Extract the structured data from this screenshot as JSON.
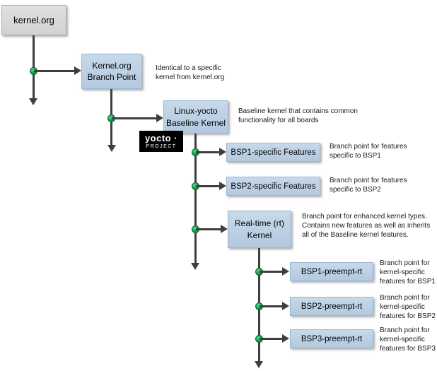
{
  "colors": {
    "node_fill": "#bfd3e7",
    "node_border": "#9db7d1",
    "gray_fill": "#d9d9d9",
    "connector": "#3e3e3e",
    "branch_dot": "#00a24c",
    "logo_bg": "#000000"
  },
  "nodes": {
    "kernel_org": {
      "label": "kernel.org"
    },
    "branch_point": {
      "line1": "Kernel.org",
      "line2": "Branch Point"
    },
    "baseline": {
      "line1": "Linux-yocto",
      "line2": "Baseline Kernel"
    },
    "bsp1_features": {
      "label": "BSP1-specific Features"
    },
    "bsp2_features": {
      "label": "BSP2-specific Features"
    },
    "rt_kernel": {
      "line1": "Real-time (rt)",
      "line2": "Kernel"
    },
    "bsp1_preempt_rt": {
      "label": "BSP1-preempt-rt"
    },
    "bsp2_preempt_rt": {
      "label": "BSP2-preempt-rt"
    },
    "bsp3_preempt_rt": {
      "label": "BSP3-preempt-rt"
    }
  },
  "notes": {
    "branch_point": "Identical to a specific kernel from kernel.org",
    "baseline": "Baseline kernel that contains common functionality for all boards",
    "bsp1_features": "Branch point for features specific to BSP1",
    "bsp2_features": "Branch point for features specific to BSP2",
    "rt_kernel": "Branch point for enhanced kernel types. Contains new features as well as inherits all of the Baseline kernel features.",
    "bsp1_preempt_rt": "Branch point for kernel-specific features for BSP1",
    "bsp2_preempt_rt": "Branch point for kernel-specific features for BSP2",
    "bsp3_preempt_rt": "Branch point for kernel-specific features for BSP3"
  },
  "logo": {
    "wordmark": "yocto ·",
    "subtext": "PROJECT"
  }
}
